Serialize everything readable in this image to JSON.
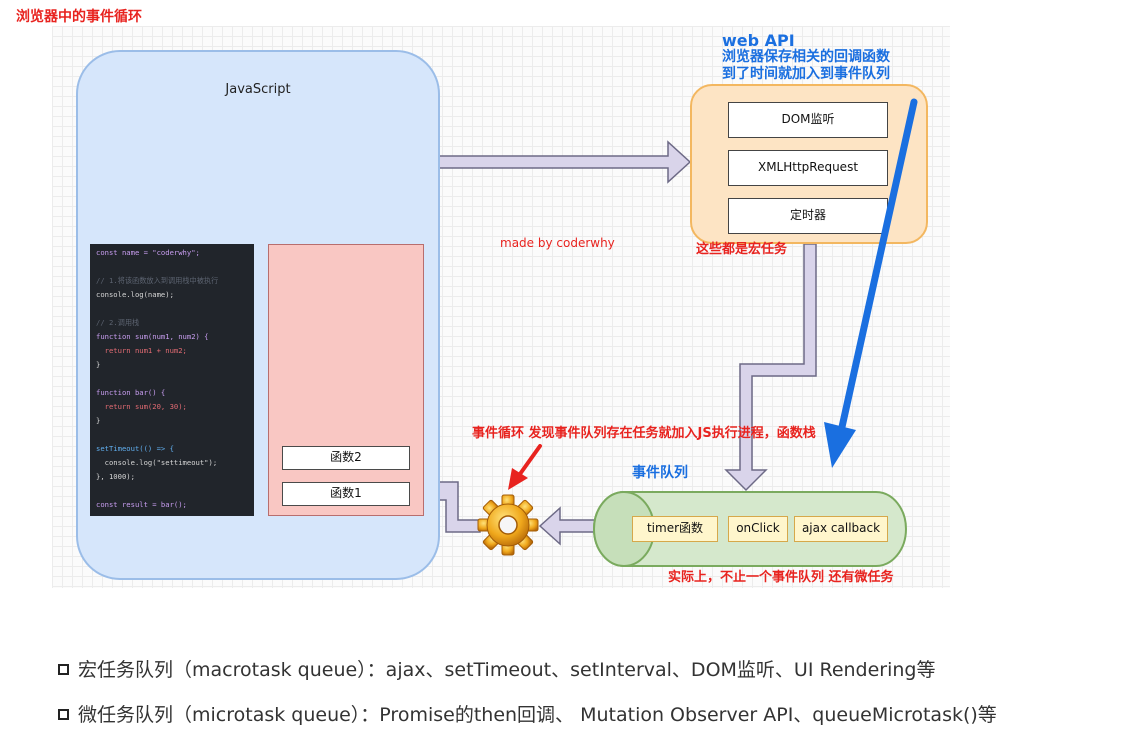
{
  "title": "浏览器中的事件循环",
  "js_label": "JavaScript",
  "code_lines": [
    {
      "text": "const name = \"coderwhy\";",
      "color": "#c89df0"
    },
    {
      "text": "",
      "color": "#d6d6d6"
    },
    {
      "text": "// 1.将该函数放入到调用栈中被执行",
      "color": "#5c6370"
    },
    {
      "text": "console.log(name);",
      "color": "#d6d6d6"
    },
    {
      "text": "",
      "color": "#d6d6d6"
    },
    {
      "text": "// 2.调用栈",
      "color": "#5c6370"
    },
    {
      "text": "function sum(num1, num2) {",
      "color": "#c89df0"
    },
    {
      "text": "  return num1 + num2;",
      "color": "#e26b73"
    },
    {
      "text": "}",
      "color": "#d6d6d6"
    },
    {
      "text": "",
      "color": "#d6d6d6"
    },
    {
      "text": "function bar() {",
      "color": "#c89df0"
    },
    {
      "text": "  return sum(20, 30);",
      "color": "#e26b73"
    },
    {
      "text": "}",
      "color": "#d6d6d6"
    },
    {
      "text": "",
      "color": "#d6d6d6"
    },
    {
      "text": "setTimeout(() => {",
      "color": "#61afef"
    },
    {
      "text": "  console.log(\"settimeout\");",
      "color": "#d6d6d6"
    },
    {
      "text": "}, 1000);",
      "color": "#d6d6d6"
    },
    {
      "text": "",
      "color": "#d6d6d6"
    },
    {
      "text": "const result = bar();",
      "color": "#c89df0"
    }
  ],
  "call_stack": [
    "函数2",
    "函数1"
  ],
  "web_api": {
    "title": "web API",
    "desc_line1": "浏览器保存相关的回调函数",
    "desc_line2": "到了时间就加入到事件队列",
    "items": [
      "DOM监听",
      "XMLHttpRequest",
      "定时器"
    ]
  },
  "made_by": "made by coderwhy",
  "macro_note": "这些都是宏任务",
  "loop_note": "事件循环 发现事件队列存在任务就加入JS执行进程，函数栈",
  "queue_label": "事件队列",
  "queue_items": [
    "timer函数",
    "onClick",
    "ajax callback"
  ],
  "queue_note": "实际上，不止一个事件队列  还有微任务",
  "bullets": [
    "宏任务队列（macrotask queue）：ajax、setTimeout、setInterval、DOM监听、UI Rendering等",
    "微任务队列（microtask queue）：Promise的then回调、 Mutation Observer API、queueMicrotask()等"
  ],
  "colors": {
    "accent_red": "#e8231f",
    "accent_blue": "#1a6fe0",
    "arrow_fill": "#d9d4ea",
    "arrow_stroke": "#6d6a86"
  }
}
